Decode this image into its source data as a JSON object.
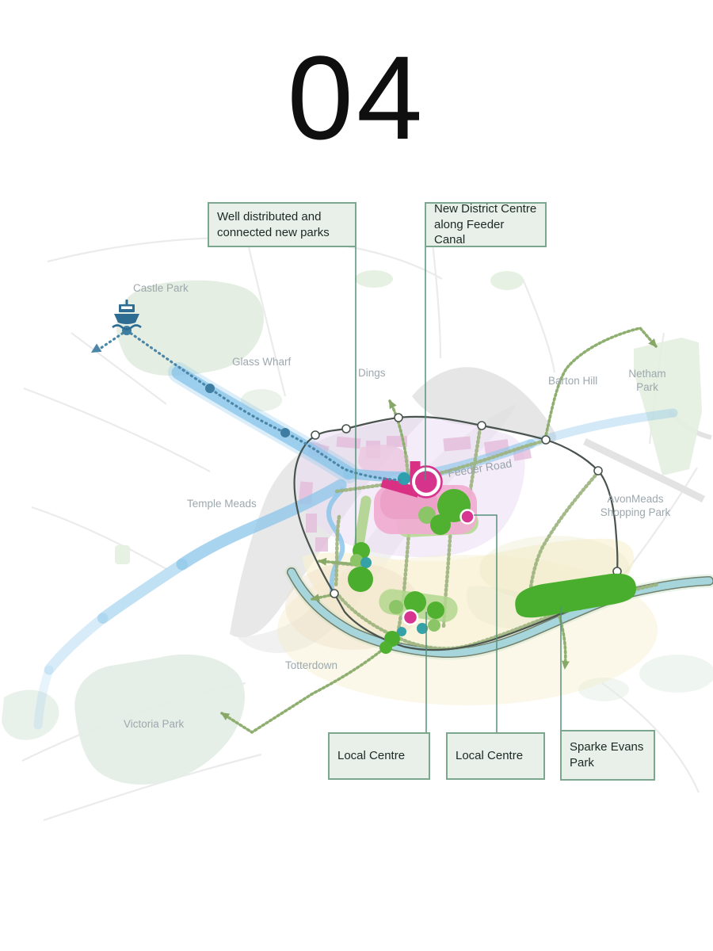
{
  "page": {
    "number": "04"
  },
  "callouts": [
    {
      "id": "parks",
      "label": "Well distributed and connected new parks"
    },
    {
      "id": "district-centre",
      "label": "New District Centre along Feeder Canal"
    },
    {
      "id": "local-centre-1",
      "label": "Local Centre"
    },
    {
      "id": "local-centre-2",
      "label": "Local Centre"
    },
    {
      "id": "sparke-evans",
      "label": "Sparke Evans Park"
    }
  ],
  "map_labels": [
    {
      "text": "Castle Park"
    },
    {
      "text": "Glass Wharf"
    },
    {
      "text": "Dings"
    },
    {
      "text": "Barton Hill"
    },
    {
      "text": "Netham\nPark"
    },
    {
      "text": "Temple Meads"
    },
    {
      "text": "AvonMeads\nShopping Park"
    },
    {
      "text": "Totterdown"
    },
    {
      "text": "Victoria Park"
    },
    {
      "text": "Feeder Road"
    }
  ],
  "icons": {
    "ferry": "ferry-boat-icon"
  },
  "colors": {
    "callout_bg": "#e9f0ea",
    "callout_border": "#7aa78e",
    "leader_line": "#55907a",
    "park_green": "#50b02f",
    "light_green": "#8cc568",
    "band_green": "#b3d78f",
    "teal_dot": "#36a1a6",
    "magenta": "#d63590",
    "pink_area": "#f0aed2",
    "water_blue": "#8cc6ea",
    "ferry_blue": "#3d7da2",
    "boundary": "#4a544e",
    "path_green": "#9cb37d",
    "label_gray": "#9ca8ae"
  }
}
